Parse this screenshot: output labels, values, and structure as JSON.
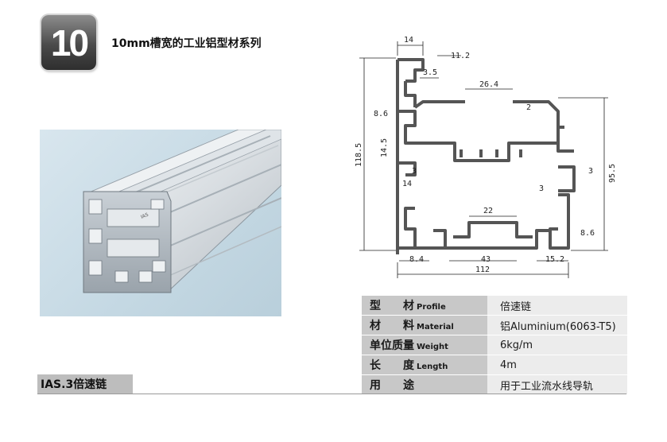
{
  "badge": {
    "number": "10"
  },
  "series_title": "10mm槽宽的工业铝型材系列",
  "drawing": {
    "dimensions": {
      "top_width": "14",
      "slot_depth": "11.2",
      "lip": "3.5",
      "inner_span": "26.4",
      "wall": "2",
      "side_slot": "8.6",
      "overall_height": "118.5",
      "slot_offset": "14.5",
      "wall_left": "3",
      "wall_right": "3",
      "height_right": "95.5",
      "left_lower": "14",
      "inner_wall": "3",
      "bottom_slot": "22",
      "right_slot": "8.6",
      "bottom_left": "8.4",
      "bottom_center": "43",
      "bottom_right": "15.2",
      "overall_width": "112"
    },
    "colors": {
      "profile": "#555555",
      "line": "#222222"
    }
  },
  "spec": {
    "rows": [
      {
        "label_cn": "型　　材",
        "label_en": "Profile",
        "value": "倍速链"
      },
      {
        "label_cn": "材　　料",
        "label_en": "Material",
        "value": "铝Aluminium(6063-T5)"
      },
      {
        "label_cn": "单位质量",
        "label_en": "Weight",
        "value": "6kg/m"
      },
      {
        "label_cn": "长　　度",
        "label_en": "Length",
        "value": "4m"
      },
      {
        "label_cn": "用　　途",
        "label_en": "",
        "value": "用于工业流水线导轨"
      }
    ]
  },
  "footer": {
    "label": "IAS.3倍速链"
  }
}
